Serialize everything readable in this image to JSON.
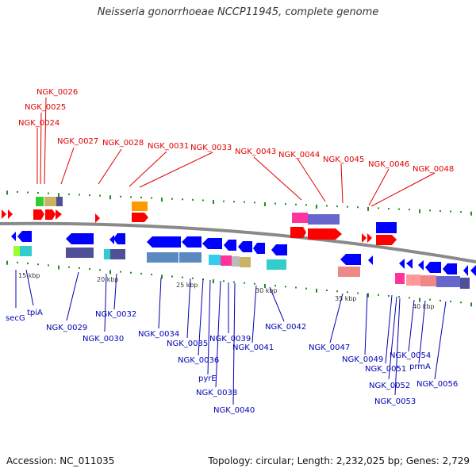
{
  "title": "Neisseria gonorrhoeae NCCP11945, complete genome",
  "footer": {
    "accession": "Accession: NC_011035",
    "stats": "Topology: circular; Length: 2,232,025 bp; Genes: 2,729"
  },
  "ticks": [
    "15 kbp",
    "20 kbp",
    "25 kbp",
    "30 kbp",
    "35 kbp",
    "40 kbp"
  ],
  "top_labels": [
    "NGK_0026",
    "NGK_0025",
    "NGK_0024",
    "NGK_0027",
    "NGK_0028",
    "NGK_0031",
    "NGK_0033",
    "NGK_0043",
    "NGK_0044",
    "NGK_0045",
    "NGK_0046",
    "NGK_0048"
  ],
  "bottom_labels": [
    "secG",
    "tpiA",
    "NGK_0029",
    "NGK_0030",
    "NGK_0032",
    "NGK_0034",
    "NGK_0035",
    "NGK_0036",
    "pyrE",
    "NGK_0038",
    "NGK_0039",
    "NGK_0040",
    "NGK_0041",
    "NGK_0042",
    "NGK_0047",
    "NGK_0049",
    "NGK_0051",
    "NGK_0052",
    "NGK_0053",
    "NGK_0054",
    "prmA",
    "NGK_0056"
  ],
  "colors": {
    "top_label": "#e00000",
    "bottom_label": "#0000b4",
    "forward_gene": "#ff0000",
    "reverse_gene": "#0000ff",
    "backbone": "#888888",
    "tick": "#228b22"
  }
}
